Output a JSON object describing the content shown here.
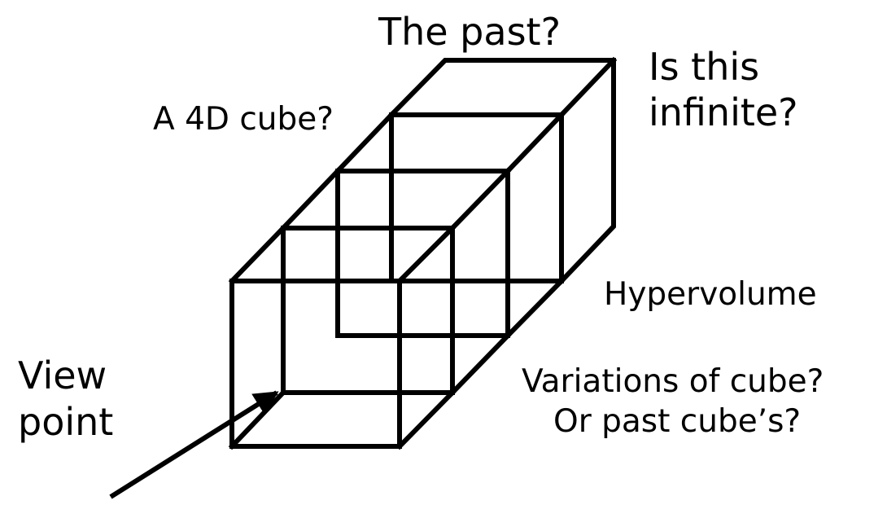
{
  "labels": {
    "past": "The past?",
    "infinite_line1": "Is this",
    "infinite_line2": "infinite?",
    "four_d": "A 4D cube?",
    "hypervolume": "Hypervolume",
    "variations_line1": "Variations of cube?",
    "variations_line2": "Or past cube’s?",
    "view_line1": "View",
    "view_line2": "point"
  },
  "colors": {
    "ink": "#000000",
    "background": "#ffffff"
  }
}
